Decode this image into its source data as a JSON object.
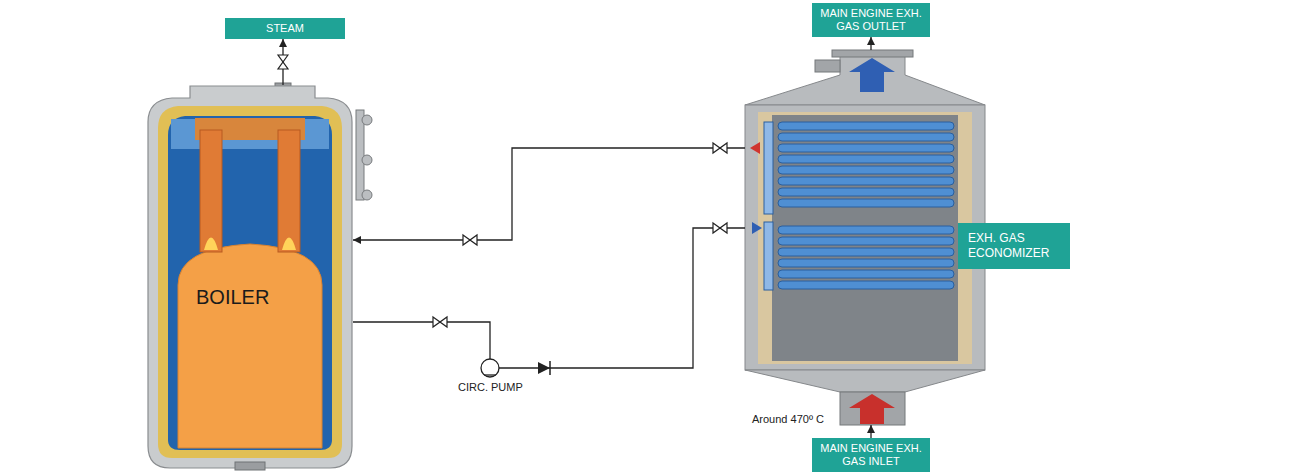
{
  "diagram": {
    "nodes": [
      {
        "text": [
          "STEAM"
        ]
      },
      {
        "text": [
          "MAIN ENGINE EXH. GAS OUTLET"
        ]
      },
      {
        "text": [
          "BOILER"
        ]
      },
      {
        "text": [
          "EXH. GAS ECONOMIZER"
        ]
      },
      {
        "text": [
          "MAIN ENGINE EXH. GAS INLET"
        ]
      }
    ],
    "edges": [
      {
        "from": 2,
        "to": 0,
        "arrow": "to"
      },
      {
        "from": 3,
        "to": 1,
        "arrow": "to"
      },
      {
        "from": 3,
        "to": 2,
        "arrow": "to"
      },
      {
        "from": 2,
        "to": 3,
        "arrow": "none"
      },
      {
        "from": 4,
        "to": 3,
        "arrow": "to"
      }
    ],
    "labels": [
      "CIRC. PUMP",
      "Around 470º C"
    ]
  }
}
